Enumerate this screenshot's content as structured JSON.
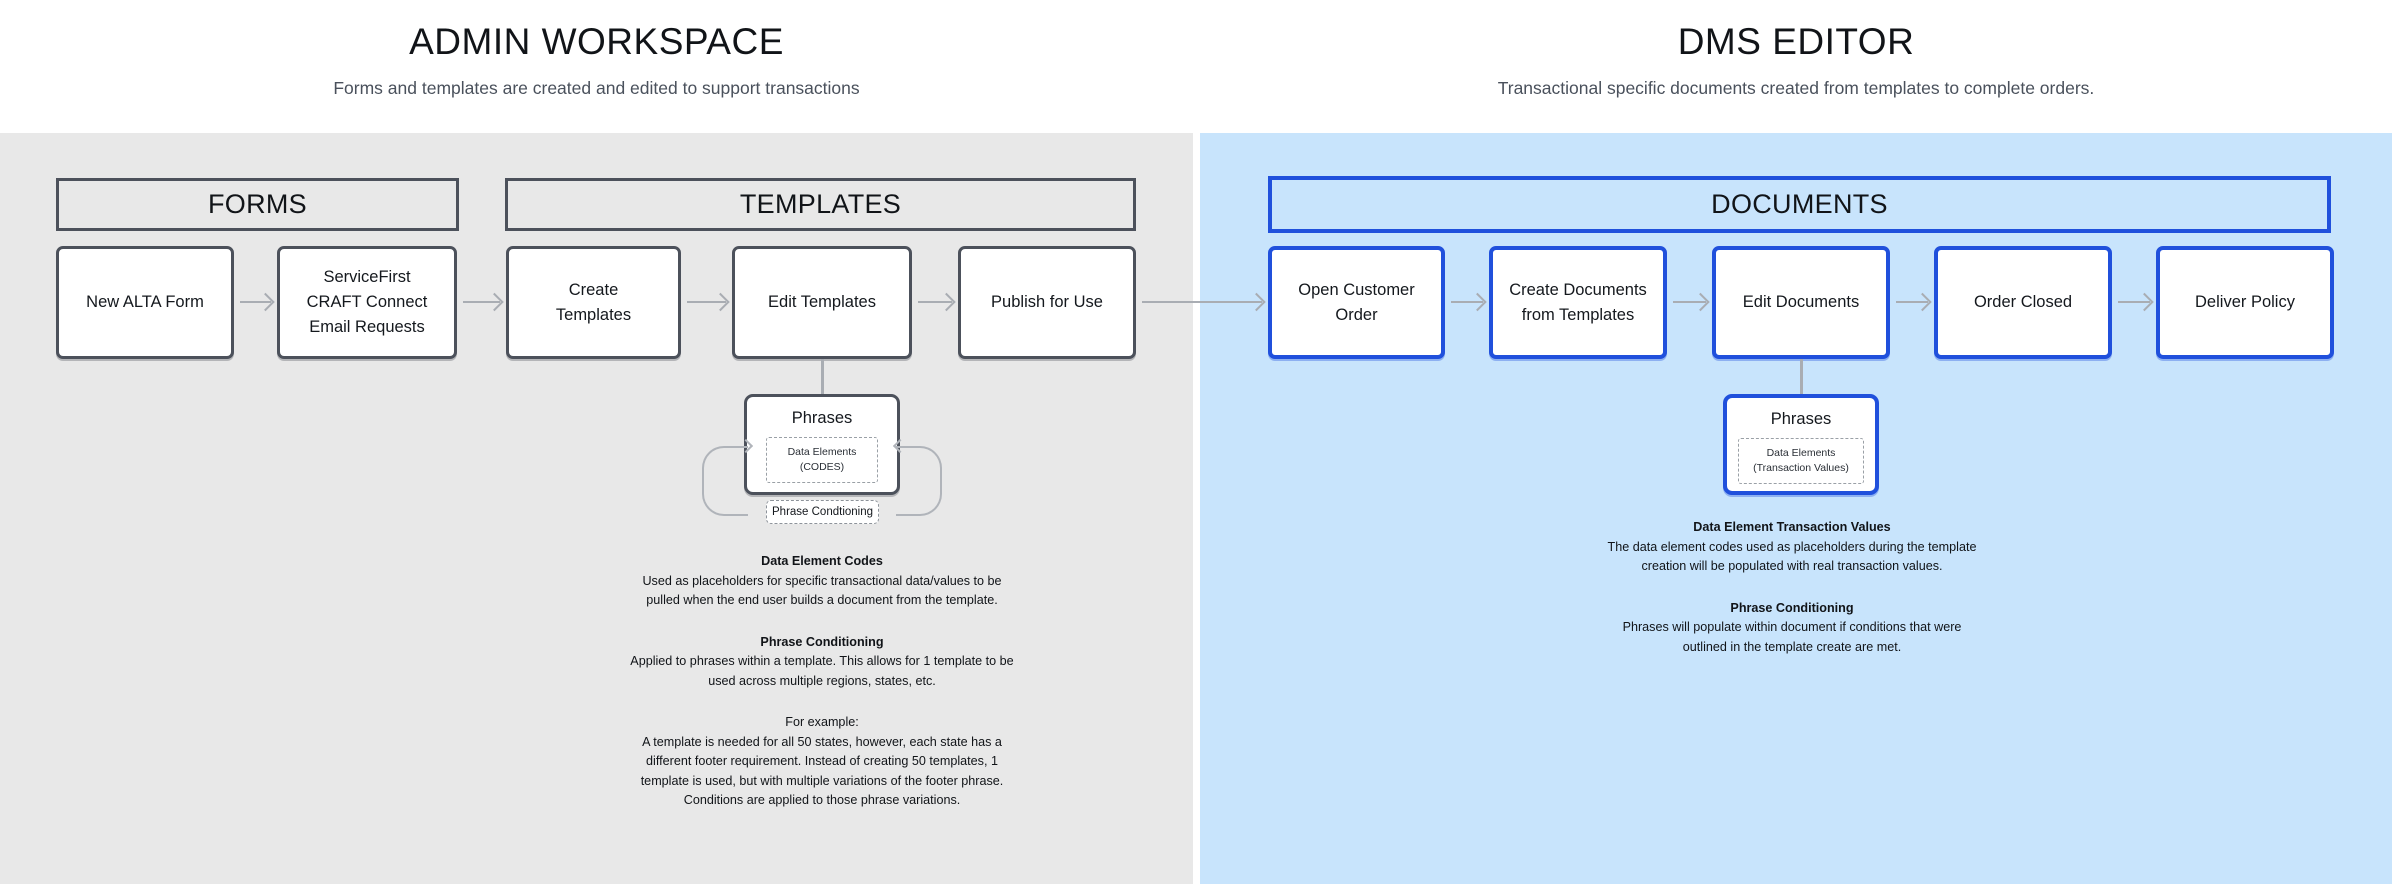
{
  "headers": {
    "left": {
      "title": "ADMIN WORKSPACE",
      "subtitle": "Forms and templates are created and edited to support transactions"
    },
    "right": {
      "title": "DMS EDITOR",
      "subtitle": "Transactional specific documents created from templates to complete orders."
    }
  },
  "colors": {
    "admin_panel": "#e8e8e8",
    "dms_panel": "#c8e4fc",
    "gray_border": "#4c515b",
    "blue_border": "#2050dc",
    "arrow": "#a9adb3",
    "box_fill": "#ffffff"
  },
  "sections": {
    "forms": "FORMS",
    "templates": "TEMPLATES",
    "documents": "DOCUMENTS"
  },
  "forms_steps": [
    {
      "lines": [
        "New ALTA Form"
      ]
    },
    {
      "lines": [
        "ServiceFirst",
        "CRAFT Connect",
        "Email Requests"
      ]
    }
  ],
  "templates_steps": [
    {
      "lines": [
        "Create",
        "Templates"
      ]
    },
    {
      "lines": [
        "Edit Templates"
      ]
    },
    {
      "lines": [
        "Publish for Use"
      ]
    }
  ],
  "documents_steps": [
    {
      "lines": [
        "Open Customer Order"
      ]
    },
    {
      "lines": [
        "Create Documents",
        "from Templates"
      ]
    },
    {
      "lines": [
        "Edit Documents"
      ]
    },
    {
      "lines": [
        "Order Closed"
      ]
    },
    {
      "lines": [
        "Deliver Policy"
      ]
    }
  ],
  "phrases_left": {
    "title": "Phrases",
    "inner_line1": "Data Elements",
    "inner_line2": "(CODES)",
    "conditioning_chip": "Phrase Condtioning"
  },
  "phrases_right": {
    "title": "Phrases",
    "inner_line1": "Data Elements",
    "inner_line2": "(Transaction Values)"
  },
  "notes_left": [
    {
      "heading": "Data Element Codes",
      "body": "Used as placeholders for specific transactional data/values to be pulled when the end user builds a document from the template."
    },
    {
      "heading": "Phrase Conditioning",
      "body": "Applied to phrases within a template. This allows for 1 template to be used across multiple regions, states, etc."
    },
    {
      "heading": "",
      "body": "For example:\nA template is needed for all 50 states, however, each state has a different footer requirement. Instead of creating 50 templates, 1 template is used, but with multiple variations of the footer phrase. Conditions are applied to those phrase variations."
    }
  ],
  "notes_right": [
    {
      "heading": "Data Element Transaction Values",
      "body": "The data element codes used as placeholders during the template creation will be populated with real transaction values."
    },
    {
      "heading": "Phrase Conditioning",
      "body": "Phrases will populate within document if conditions that were outlined in the template create are met."
    }
  ]
}
